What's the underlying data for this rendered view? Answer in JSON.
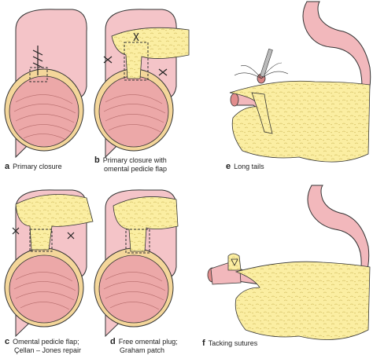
{
  "figure": {
    "panels": [
      {
        "letter": "a",
        "lines": [
          "Primary closure"
        ]
      },
      {
        "letter": "b",
        "lines": [
          "Primary closure with",
          "omental pedicle flap"
        ]
      },
      {
        "letter": "c",
        "lines": [
          "Omental pedicle flap;",
          "Çellan – Jones repair"
        ]
      },
      {
        "letter": "d",
        "lines": [
          "Free omental plug;",
          "Graham patch"
        ]
      },
      {
        "letter": "e",
        "lines": [
          "Long tails"
        ]
      },
      {
        "letter": "f",
        "lines": [
          "Tacking sutures"
        ]
      }
    ]
  },
  "colors": {
    "stomach_pink": "#f2b8bc",
    "mucosa_pink": "#e9a7a9",
    "omentum_yellow": "#fbeea2",
    "rim_orange": "#f4d69a",
    "outline": "#333333"
  }
}
